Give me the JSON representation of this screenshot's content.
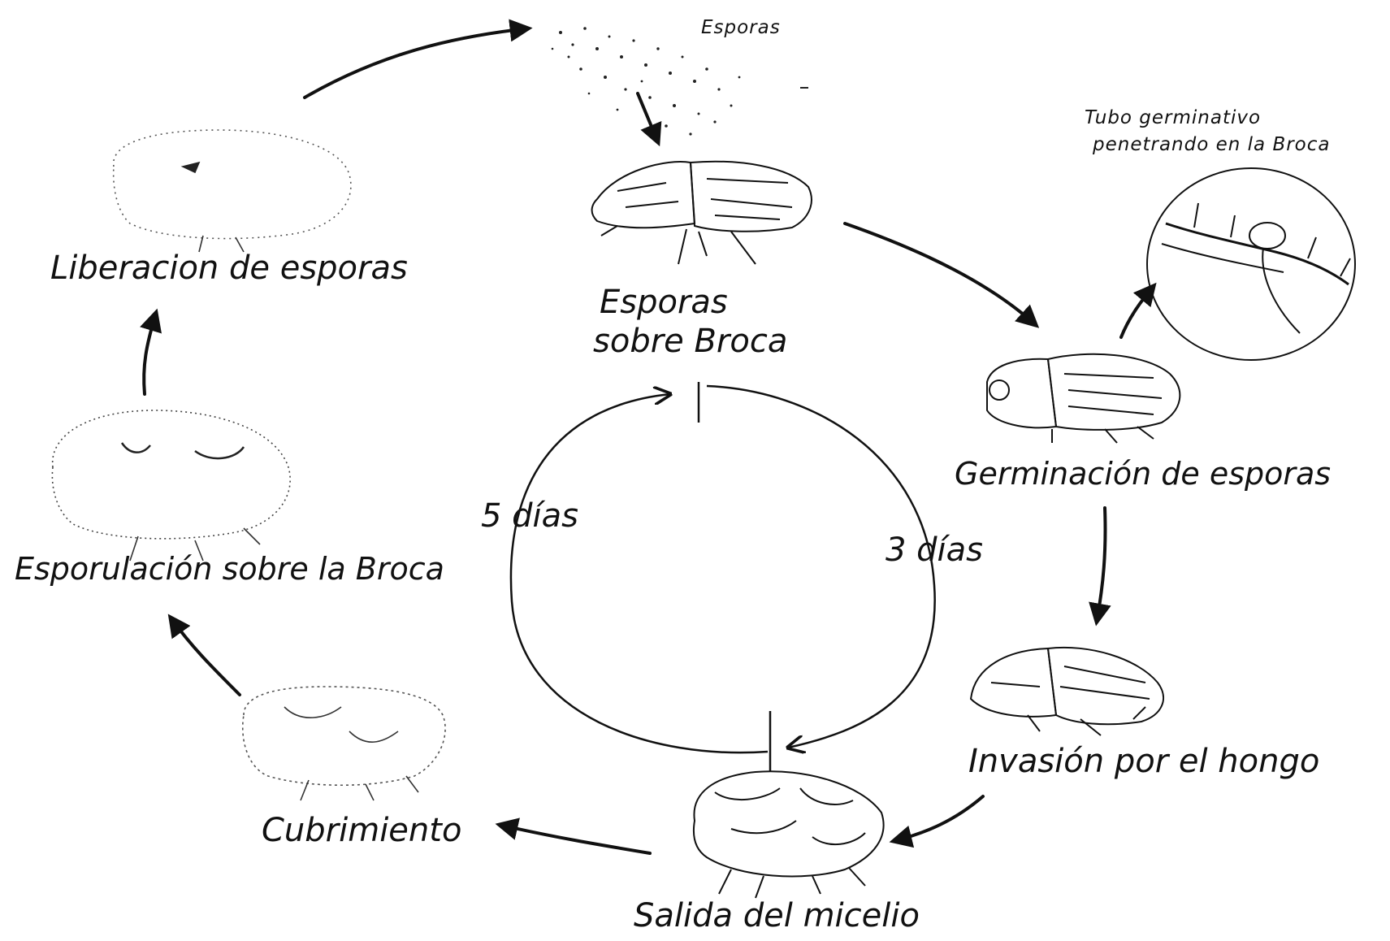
{
  "labels": {
    "esporas_top": "Esporas",
    "tubo_line1": "Tubo germinativo",
    "tubo_line2": "penetrando en la Broca",
    "liberacion": "Liberacion de esporas",
    "esporas_sobre_broca_line1": "Esporas",
    "esporas_sobre_broca_line2": "sobre Broca",
    "germinacion": "Germinación de esporas",
    "esporulacion": "Esporulación sobre la Broca",
    "invasion": "Invasión por el hongo",
    "cubrimiento": "Cubrimiento",
    "salida": "Salida del micelio",
    "cinco_dias": "5 días",
    "tres_dias": "3 días"
  }
}
